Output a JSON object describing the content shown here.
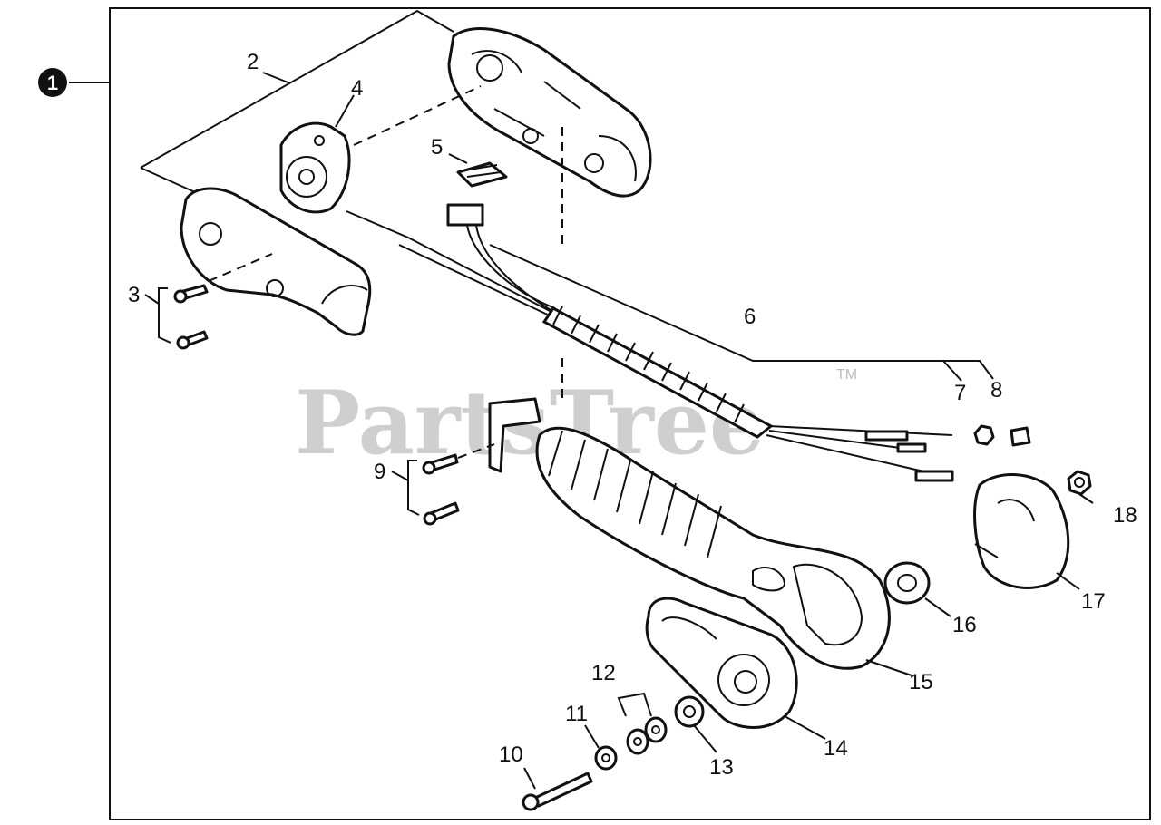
{
  "diagram": {
    "assembly_marker": "1",
    "watermark": "PartsTree",
    "trademark": "TM",
    "callouts": [
      "2",
      "3",
      "4",
      "5",
      "6",
      "7",
      "8",
      "9",
      "10",
      "11",
      "12",
      "13",
      "14",
      "15",
      "16",
      "17",
      "18"
    ]
  }
}
